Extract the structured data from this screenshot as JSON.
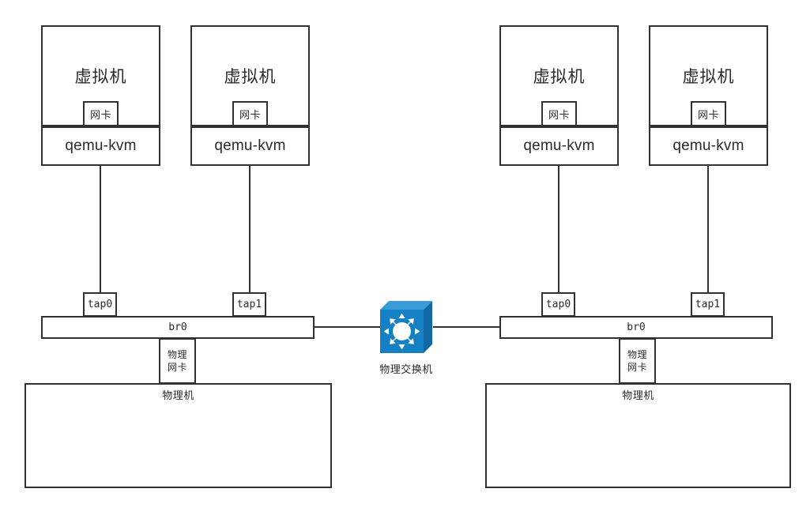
{
  "diagram": {
    "title": "KVM bridged networking topology",
    "colors": {
      "stroke": "#2f3132",
      "text": "#2b2b2b",
      "background": "#ffffff",
      "switch_front": "#1580c4",
      "switch_top": "#3a9bd9",
      "switch_side": "#1068a6",
      "switch_arrow": "#ffffff"
    }
  },
  "labels": {
    "vm": "虚拟机",
    "qemu": "qemu-kvm",
    "nic": "网卡",
    "tap0": "tap0",
    "tap1": "tap1",
    "bridge": "br0",
    "physical_nic_line1": "物理",
    "physical_nic_line2": "网卡",
    "physical_host": "物理机",
    "switch": "物理交换机"
  },
  "hosts": [
    {
      "id": "host-left",
      "name": "physical-machine-left",
      "host_label": "物理机",
      "bridge_label": "br0",
      "physical_nic": [
        "物理",
        "网卡"
      ],
      "vms": [
        {
          "id": "vm-left-0",
          "vm_label": "虚拟机",
          "nic_label": "网卡",
          "qemu_label": "qemu-kvm",
          "tap_label": "tap0"
        },
        {
          "id": "vm-left-1",
          "vm_label": "虚拟机",
          "nic_label": "网卡",
          "qemu_label": "qemu-kvm",
          "tap_label": "tap1"
        }
      ]
    },
    {
      "id": "host-right",
      "name": "physical-machine-right",
      "host_label": "物理机",
      "bridge_label": "br0",
      "physical_nic": [
        "物理",
        "网卡"
      ],
      "vms": [
        {
          "id": "vm-right-0",
          "vm_label": "虚拟机",
          "nic_label": "网卡",
          "qemu_label": "qemu-kvm",
          "tap_label": "tap0"
        },
        {
          "id": "vm-right-1",
          "vm_label": "虚拟机",
          "nic_label": "网卡",
          "qemu_label": "qemu-kvm",
          "tap_label": "tap1"
        }
      ]
    }
  ],
  "switch": {
    "id": "physical-switch",
    "label": "物理交换机",
    "icon": "network-switch-icon"
  }
}
